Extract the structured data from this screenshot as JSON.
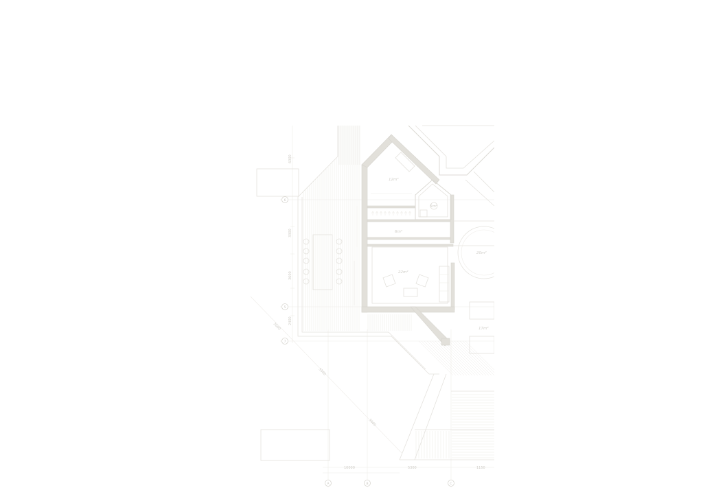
{
  "drawing": {
    "rooms": [
      {
        "id": "room-upper",
        "label": "12m²"
      },
      {
        "id": "room-bath",
        "label": "5m²"
      },
      {
        "id": "room-hall",
        "label": "6m²"
      },
      {
        "id": "room-living",
        "label": "22m²"
      },
      {
        "id": "room-round",
        "label": "20m²"
      },
      {
        "id": "room-terrace",
        "label": "17m²"
      }
    ],
    "dimensions": [
      {
        "id": "dim-v-1",
        "label": "6000"
      },
      {
        "id": "dim-v-2",
        "label": "3300"
      },
      {
        "id": "dim-v-3",
        "label": "3600"
      },
      {
        "id": "dim-v-4",
        "label": "2400"
      },
      {
        "id": "dim-diag-1",
        "label": "3600"
      },
      {
        "id": "dim-diag-2",
        "label": "3300"
      },
      {
        "id": "dim-diag-3",
        "label": "3600"
      },
      {
        "id": "dim-b-1",
        "label": "10000"
      },
      {
        "id": "dim-b-2",
        "label": "5300"
      },
      {
        "id": "dim-b-3",
        "label": "1150"
      }
    ],
    "axes": [
      {
        "id": "axis-left-1",
        "label": "6"
      },
      {
        "id": "axis-left-2",
        "label": "5"
      },
      {
        "id": "axis-left-3",
        "label": "7"
      },
      {
        "id": "axis-bottom-1",
        "label": "A"
      },
      {
        "id": "axis-bottom-2",
        "label": "B"
      },
      {
        "id": "axis-bottom-3",
        "label": "C"
      }
    ],
    "colors": {
      "line": "#e4e2dd",
      "wall": "#e2e0da",
      "background": "#ffffff"
    }
  }
}
